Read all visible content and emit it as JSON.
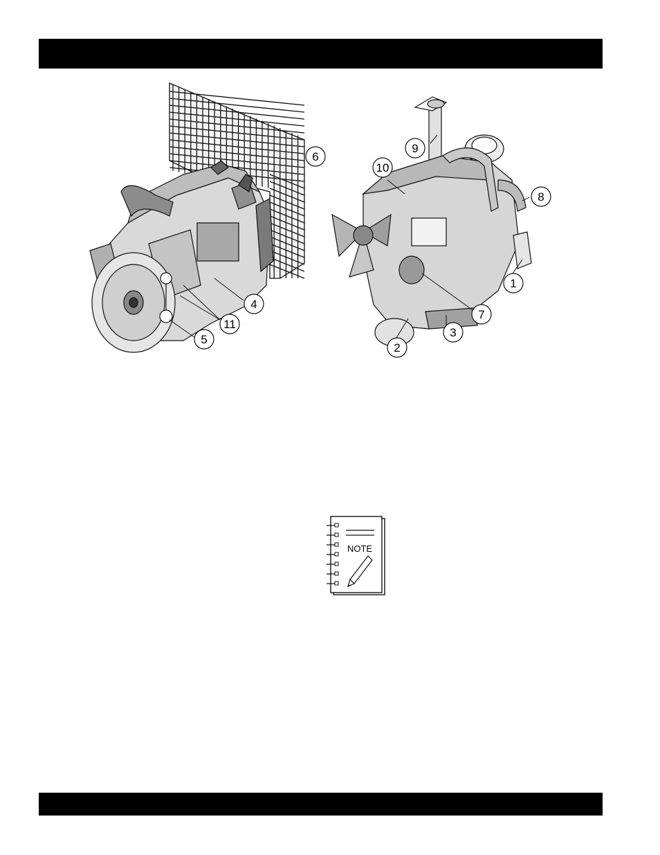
{
  "figures": {
    "left": {
      "callouts": [
        "6",
        "4",
        "11",
        "5"
      ]
    },
    "right": {
      "callouts": [
        "9",
        "10",
        "8",
        "1",
        "7",
        "3",
        "2"
      ]
    }
  },
  "note": {
    "label": "NOTE"
  }
}
